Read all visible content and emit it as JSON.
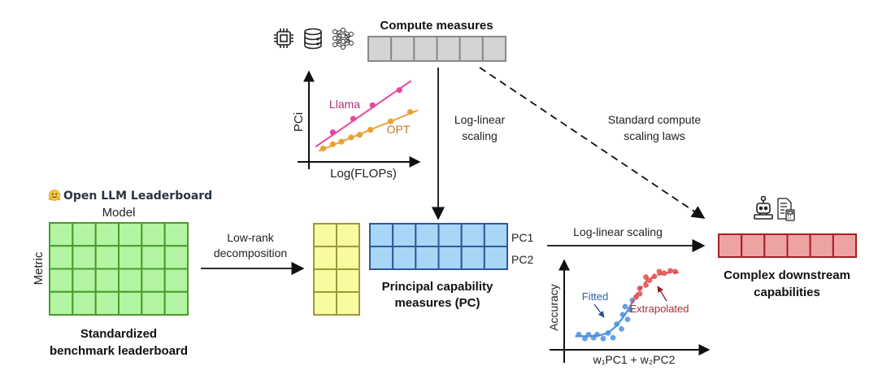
{
  "colors": {
    "green_fill": "#b3f5a2",
    "green_stroke": "#4a9a2a",
    "yellow_fill": "#fafaa0",
    "yellow_stroke": "#9a9a3a",
    "blue_fill": "#a8d6f7",
    "blue_stroke": "#2d5a99",
    "gray_fill": "#d4d4d4",
    "gray_stroke": "#888888",
    "red_fill": "#eea3a3",
    "red_stroke": "#a32020",
    "llama": "#e8469a",
    "opt": "#eba235",
    "fitted": "#4a90e2",
    "extrapolated": "#e04b4b",
    "fitted_label": "#3560a8",
    "extrap_label": "#a83030"
  },
  "compute": {
    "title": "Compute measures",
    "icons": [
      "chip-icon",
      "database-icon",
      "neural-network-icon"
    ],
    "cells": 6
  },
  "leaderboard": {
    "brand": "Open LLM Leaderboard",
    "brand_icon": "hugging-face-icon",
    "col_axis": "Model",
    "row_axis": "Metric",
    "rows": 4,
    "cols": 6,
    "caption_line1": "Standardized",
    "caption_line2": "benchmark leaderboard"
  },
  "decomposition": {
    "label_line1": "Low-rank",
    "label_line2": "decomposition",
    "left_rows": 4,
    "left_cols": 2
  },
  "pc": {
    "rows": 2,
    "cols": 6,
    "row_labels": [
      "PC1",
      "PC2"
    ],
    "caption_line1": "Principal capability",
    "caption_line2": "measures (PC)"
  },
  "arrows": {
    "vertical_line1": "Log-linear",
    "vertical_line2": "scaling",
    "dashed_line1": "Standard compute",
    "dashed_line2": "scaling laws",
    "horizontal": "Log-linear scaling"
  },
  "downstream": {
    "icons": [
      "robot-icon",
      "checklist-calculator-icon"
    ],
    "cells": 6,
    "caption_line1": "Complex downstream",
    "caption_line2": "capabilities"
  },
  "chart_data": [
    {
      "type": "line",
      "title": "",
      "xlabel": "Log(FLOPs)",
      "ylabel": "PCi",
      "xlim": [
        0,
        10
      ],
      "ylim": [
        0,
        10
      ],
      "grid": false,
      "series": [
        {
          "name": "Llama",
          "fit": [
            [
              0.4,
              1.5
            ],
            [
              9.3,
              9.3
            ]
          ],
          "points": [
            [
              2.0,
              3.2
            ],
            [
              3.9,
              4.8
            ],
            [
              5.7,
              6.4
            ],
            [
              8.2,
              8.2
            ]
          ]
        },
        {
          "name": "OPT",
          "fit": [
            [
              0.7,
              1.0
            ],
            [
              9.9,
              5.8
            ]
          ],
          "points": [
            [
              1.1,
              1.3
            ],
            [
              2.0,
              1.8
            ],
            [
              2.8,
              2.1
            ],
            [
              3.7,
              2.6
            ],
            [
              4.5,
              2.9
            ],
            [
              5.5,
              3.5
            ],
            [
              7.4,
              4.5
            ],
            [
              9.2,
              5.6
            ]
          ]
        }
      ]
    },
    {
      "type": "scatter",
      "title": "",
      "xlabel": "w₁PC1 + w₂PC2",
      "ylabel": "Accuracy",
      "xlim": [
        0,
        10
      ],
      "ylim": [
        0,
        10
      ],
      "grid": false,
      "annotations": [
        "Fitted",
        "Extrapolated"
      ],
      "series": [
        {
          "name": "Fitted",
          "curve": [
            [
              0.5,
              1.1
            ],
            [
              1.5,
              1.1
            ],
            [
              2.5,
              1.2
            ],
            [
              3.2,
              1.5
            ],
            [
              3.9,
              2.4
            ],
            [
              4.6,
              3.8
            ],
            [
              5.1,
              5.1
            ]
          ],
          "points": [
            [
              0.8,
              1.3
            ],
            [
              1.3,
              0.8
            ],
            [
              1.6,
              1.3
            ],
            [
              2.0,
              0.9
            ],
            [
              2.3,
              1.3
            ],
            [
              2.8,
              0.8
            ],
            [
              3.2,
              1.5
            ],
            [
              3.6,
              0.9
            ],
            [
              3.9,
              2.6
            ],
            [
              4.3,
              2.0
            ],
            [
              4.4,
              3.8
            ],
            [
              4.8,
              3.2
            ],
            [
              4.6,
              4.8
            ],
            [
              5.0,
              4.4
            ],
            [
              5.2,
              5.6
            ]
          ]
        },
        {
          "name": "Extrapolated",
          "curve": [
            [
              5.1,
              5.1
            ],
            [
              5.7,
              6.8
            ],
            [
              6.4,
              8.1
            ],
            [
              7.3,
              8.8
            ],
            [
              8.3,
              9.1
            ],
            [
              9.0,
              9.1
            ]
          ],
          "points": [
            [
              5.5,
              6.0
            ],
            [
              5.8,
              6.4
            ],
            [
              5.8,
              7.1
            ],
            [
              6.3,
              7.5
            ],
            [
              6.3,
              8.5
            ],
            [
              6.6,
              8.1
            ],
            [
              7.0,
              8.6
            ],
            [
              7.4,
              9.2
            ],
            [
              7.8,
              9.0
            ],
            [
              8.3,
              9.3
            ],
            [
              8.7,
              9.2
            ]
          ]
        }
      ]
    }
  ]
}
